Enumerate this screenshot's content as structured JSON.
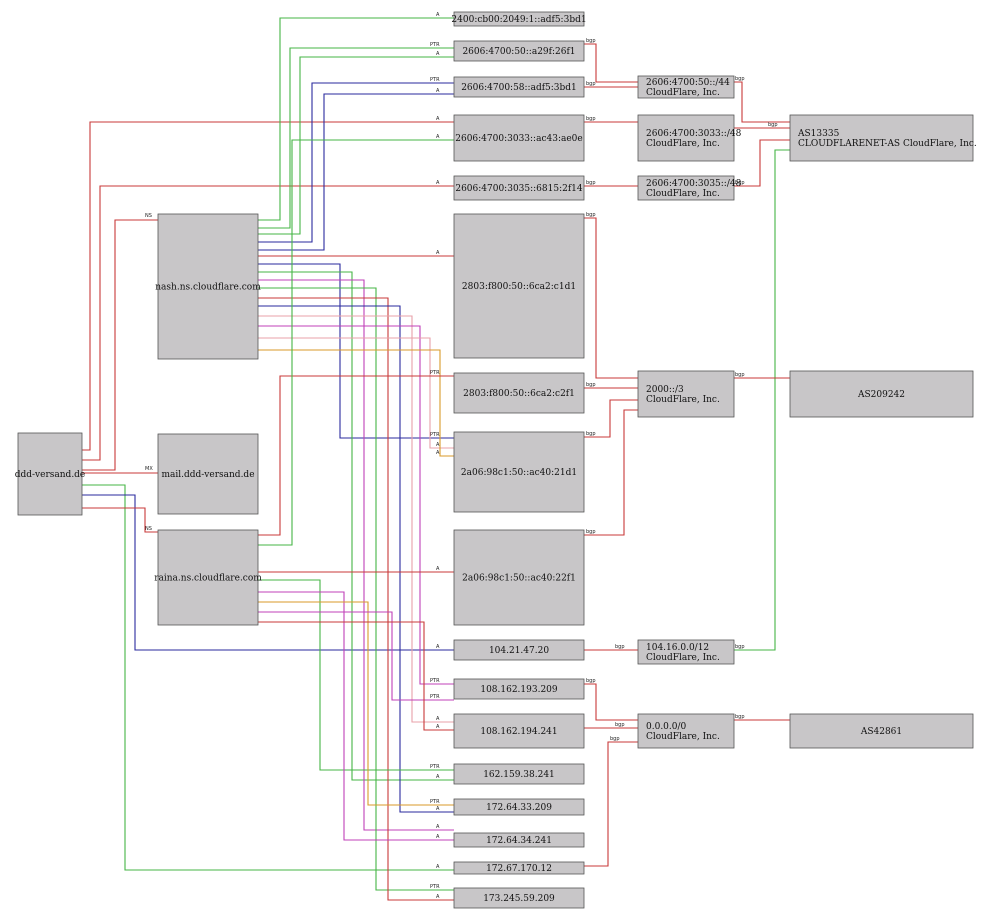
{
  "colors": {
    "red": "#c83a3a",
    "green": "#45b545",
    "blue": "#2a2a9e",
    "orange": "#d99a2a",
    "magenta": "#c040b8",
    "pink": "#e8a0a8",
    "node_fill": "#c8c6c8",
    "node_stroke": "#555555"
  },
  "nodes": {
    "ddd": [
      "ddd-versand.de"
    ],
    "nash": [
      "nash.ns.cloudflare.com"
    ],
    "mail": [
      "mail.ddd-versand.de"
    ],
    "raina": [
      "raina.ns.cloudflare.com"
    ],
    "v6a": [
      "2400:cb00:2049:1::adf5:3bd1"
    ],
    "v6b": [
      "2606:4700:50::a29f:26f1"
    ],
    "v6c": [
      "2606:4700:58::adf5:3bd1"
    ],
    "v6d": [
      "2606:4700:3033::ac43:ae0e"
    ],
    "v6e": [
      "2606:4700:3035::6815:2f14"
    ],
    "v6f": [
      "2803:f800:50::6ca2:c1d1"
    ],
    "v6g": [
      "2803:f800:50::6ca2:c2f1"
    ],
    "v6h": [
      "2a06:98c1:50::ac40:21d1"
    ],
    "v6i": [
      "2a06:98c1:50::ac40:22f1"
    ],
    "v4a": [
      "104.21.47.20"
    ],
    "v4b": [
      "108.162.193.209"
    ],
    "v4c": [
      "108.162.194.241"
    ],
    "v4d": [
      "162.159.38.241"
    ],
    "v4e": [
      "172.64.33.209"
    ],
    "v4f": [
      "172.64.34.241"
    ],
    "v4g": [
      "172.67.170.12"
    ],
    "v4h": [
      "173.245.59.209"
    ],
    "p1": [
      "2606:4700:50::/44",
      "CloudFlare, Inc."
    ],
    "p2": [
      "2606:4700:3033::/48",
      "CloudFlare, Inc."
    ],
    "p3": [
      "2606:4700:3035::/48",
      "CloudFlare, Inc."
    ],
    "p4": [
      "2000::/3",
      "CloudFlare, Inc."
    ],
    "p5": [
      "104.16.0.0/12",
      "CloudFlare, Inc."
    ],
    "p6": [
      "0.0.0.0/0",
      "CloudFlare, Inc."
    ],
    "as1": [
      "AS13335",
      "CLOUDFLARENET-AS CloudFlare, Inc."
    ],
    "as2": [
      "AS209242"
    ],
    "as3": [
      "AS42861"
    ]
  },
  "edge_labels": {
    "a": "A",
    "aaaa": "A",
    "ptr": "PTR",
    "ns": "NS",
    "mx": "MX",
    "bgp": "bgp"
  }
}
